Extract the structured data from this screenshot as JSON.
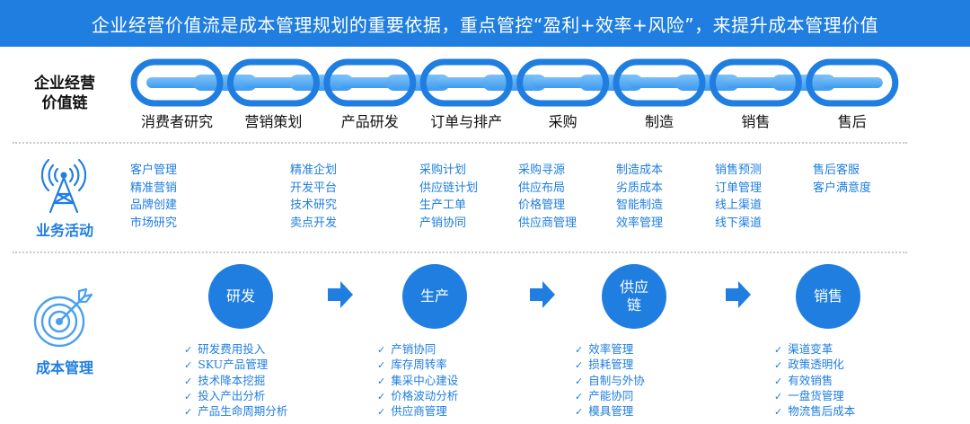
{
  "banner": {
    "text": "企业经营价值流是成本管理规划的重要依据，重点管控“盈利+效率+风险”，来提升成本管理价值"
  },
  "value_chain": {
    "label_line1": "企业经营",
    "label_line2": "价值链",
    "stages": [
      "消费者研究",
      "营销策划",
      "产品研发",
      "订单与排产",
      "采购",
      "制造",
      "销售",
      "售后"
    ]
  },
  "business": {
    "label": "业务活动",
    "columns": [
      [
        "客户管理",
        "精准营销",
        "品牌创建",
        "市场研究"
      ],
      [
        "精准企划",
        "开发平台",
        "技术研究",
        "卖点开发"
      ],
      [
        "采购计划",
        "供应链计划",
        "生产工单",
        "产销协同"
      ],
      [
        "采购寻源",
        "供应布局",
        "价格管理",
        "供应商管理"
      ],
      [
        "制造成本",
        "劣质成本",
        "智能制造",
        "效率管理"
      ],
      [
        "销售预测",
        "订单管理",
        "线上渠道",
        "线下渠道"
      ],
      [
        "售后客服",
        "客户满意度"
      ]
    ]
  },
  "cost": {
    "label": "成本管理",
    "circles": [
      "研发",
      "生产",
      "供应\n链",
      "销售"
    ],
    "columns": [
      [
        "研发费用投入",
        "SKU产品管理",
        "技术降本挖掘",
        "投入产出分析",
        "产品生命周期分析"
      ],
      [
        "产销协同",
        "库存周转率",
        "集采中心建设",
        "价格波动分析",
        "供应商管理"
      ],
      [
        "效率管理",
        "损耗管理",
        "自制与外协",
        "产能协同",
        "模具管理"
      ],
      [
        "渠道变革",
        "政策透明化",
        "有效销售",
        "一盘货管理",
        "物流售后成本"
      ]
    ]
  },
  "colors": {
    "accent": "#1f7ee0",
    "light": "#5aaef5",
    "dots": "#c9c9c9"
  },
  "icons": {
    "chain": "chain-link",
    "business": "signal-tower-icon",
    "cost": "target-arrow-icon",
    "arrow": "right-arrow-icon"
  }
}
